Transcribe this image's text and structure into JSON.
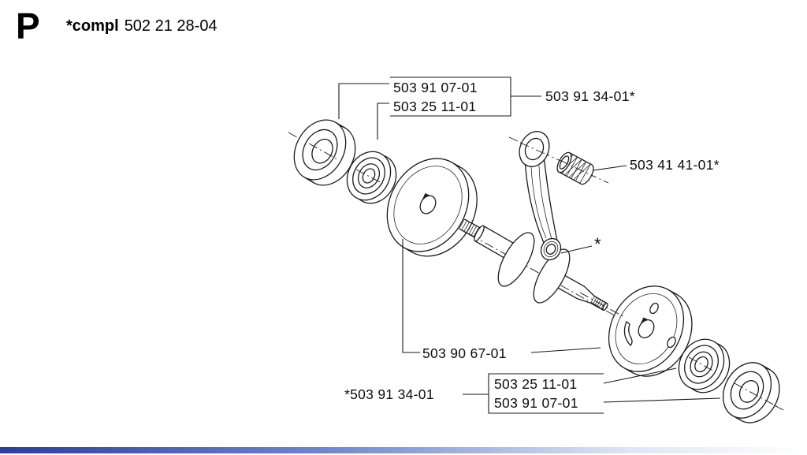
{
  "header": {
    "section_letter": "P",
    "title_bold": "*compl",
    "title_number": "502 21 28-04"
  },
  "labels": {
    "top_ring": "503 91 07-01",
    "top_bearing": "503 25 11-01",
    "top_kit": "503 91 34-01*",
    "needle_bearing": "503 41 41-01*",
    "crank_star": "*",
    "crankshaft": "503 90 67-01",
    "bottom_kit": "*503 91 34-01",
    "bottom_bearing": "503 25 11-01",
    "bottom_ring": "503 91 07-01"
  },
  "colors": {
    "ink": "#1a1a1a",
    "footer_gradient_start": "#2d3e96",
    "footer_gradient_end": "#ffffff"
  }
}
